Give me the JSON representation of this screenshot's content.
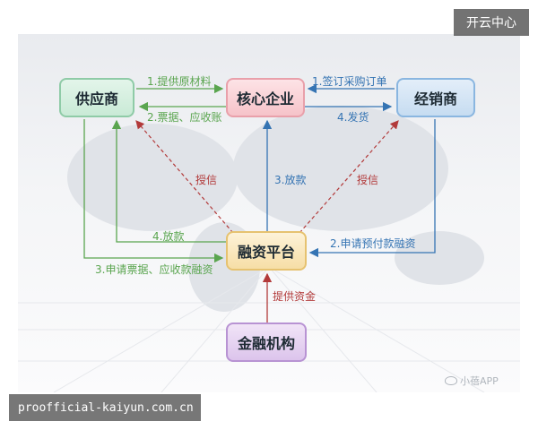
{
  "badge": "开云中心",
  "domain": "proofficial-kaiyun.com.cn",
  "watermark": "小蓓APP",
  "nodes": {
    "supplier": "供应商",
    "core": "核心企业",
    "dealer": "经销商",
    "platform": "融资平台",
    "bank": "金融机构"
  },
  "edges": {
    "raw_material": "1.提供原材料",
    "bills_receivables": "2.票据、应收账",
    "sign_order": "1.签订采购订单",
    "deliver": "4.发货",
    "credit_left": "授信",
    "credit_right": "授信",
    "loan_core": "3.放款",
    "loan_supplier": "4.放款",
    "apply_bills": "3.申请票据、应收款融资",
    "apply_prepay": "2.申请预付款融资",
    "provide_funds": "提供资金"
  },
  "colors": {
    "green": "#5aa54f",
    "blue": "#3574b3",
    "red": "#b23a3a"
  }
}
